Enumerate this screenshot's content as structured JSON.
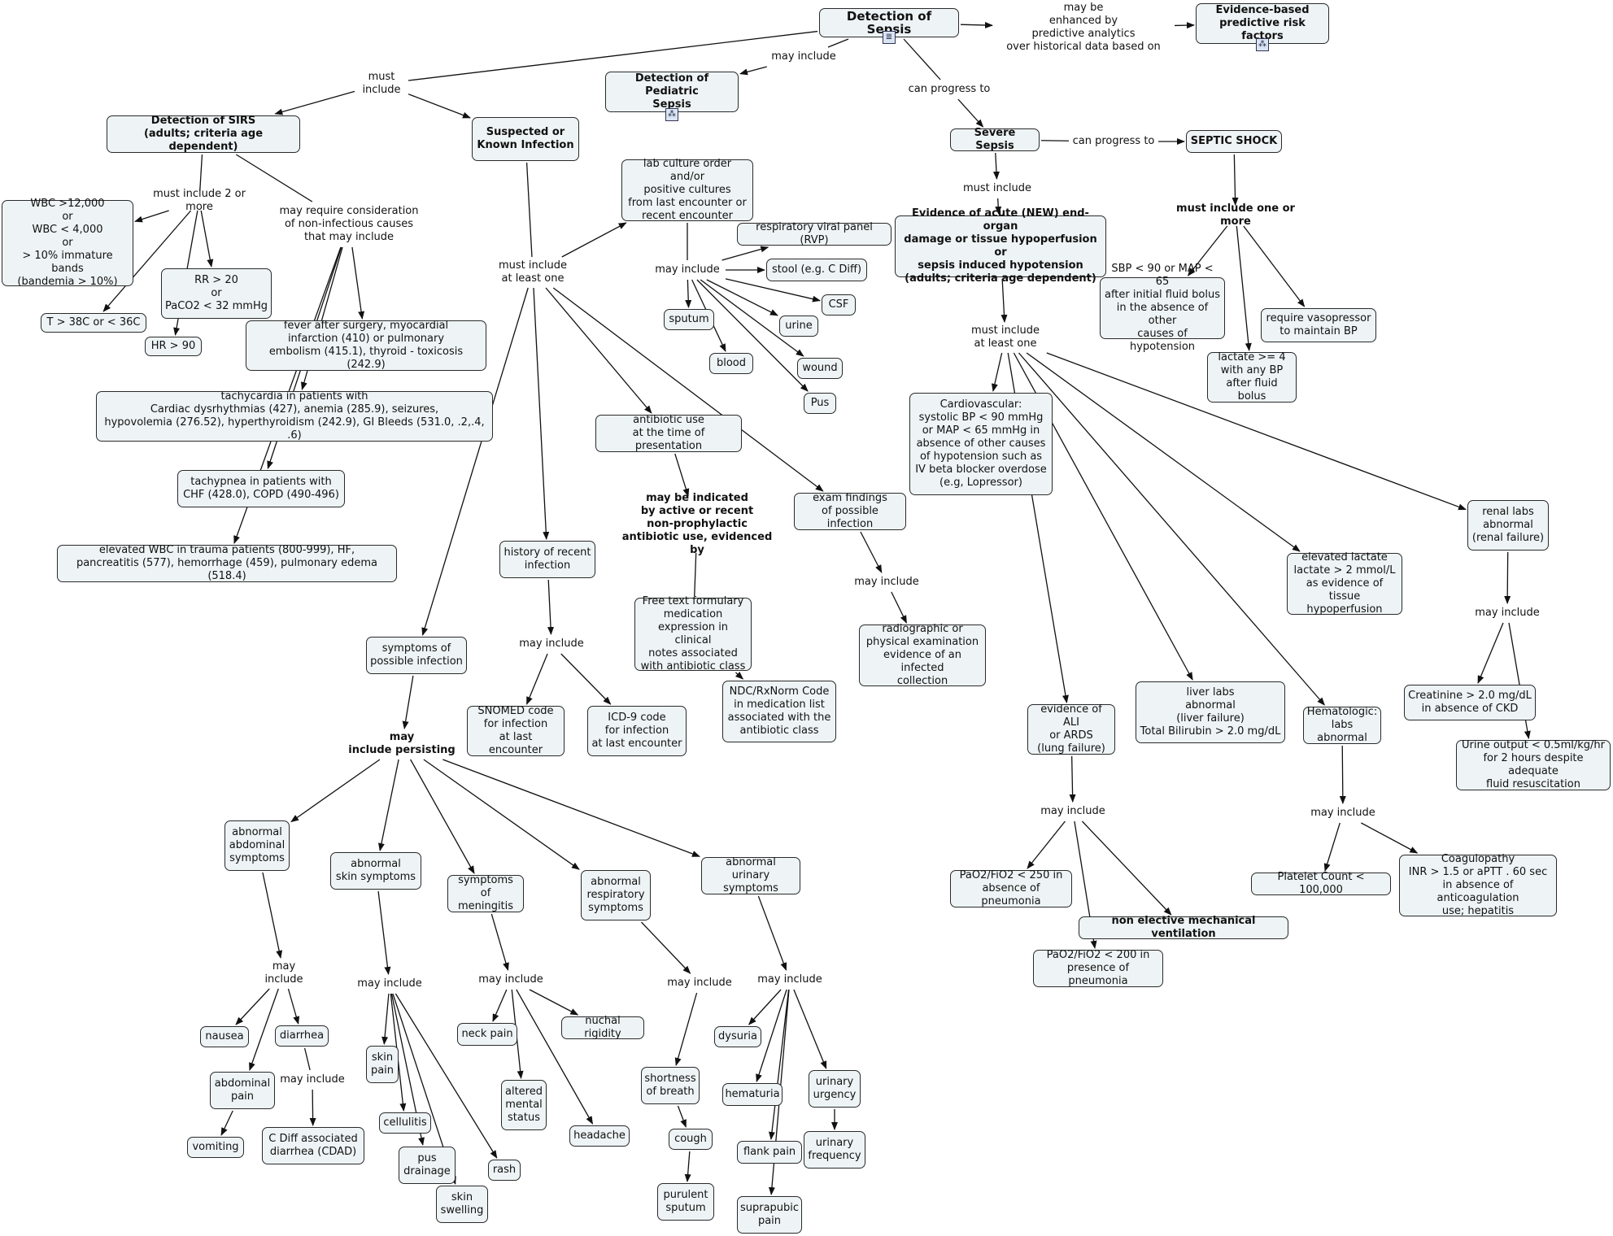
{
  "nodes": {
    "detection_sepsis": "Detection of Sepsis",
    "evidence_risk_factors": "Evidence-based\npredictive risk factors",
    "pediatric_sepsis": "Detection of Pediatric\nSepsis",
    "sirs": "Detection of SIRS\n(adults; criteria age dependent)",
    "suspected_infection": "Suspected or\nKnown Infection",
    "severe_sepsis": "Severe Sepsis",
    "septic_shock": "SEPTIC SHOCK",
    "wbc": "WBC >12,000\nor\nWBC < 4,000\nor\n> 10% immature bands\n(bandemia > 10%)",
    "rr": "RR > 20\nor\nPaCO2 < 32 mmHg",
    "temp": "T > 38C or < 36C",
    "hr": "HR > 90",
    "fever_surgery": "fever after surgery, myocardial\ninfarction (410) or pulmonary\nembolism (415.1), thyroid - toxicosis (242.9)",
    "tachycardia": "tachycardia in patients with\nCardiac dysrhythmias (427), anemia (285.9), seizures,\nhypovolemia (276.52), hyperthyroidism (242.9), GI Bleeds (531.0, .2,.4, .6)",
    "tachypnea": "tachypnea in patients with\nCHF (428.0), COPD (490-496)",
    "elevated_wbc": "elevated WBC in trauma patients (800-999), HF,\npancreatitis (577), hemorrhage (459), pulmonary edema (518.4)",
    "lab_culture": "lab culture order and/or\npositive cultures\nfrom last encounter or\nrecent encounter",
    "rvp": "respiratory viral panel (RVP)",
    "stool": "stool (e.g. C Diff)",
    "csf": "CSF",
    "sputum": "sputum",
    "urine": "urine",
    "blood": "blood",
    "wound": "wound",
    "pus": "Pus",
    "antibiotic_use": "antibiotic use\nat the time of presentation",
    "exam_findings": "exam findings\nof possible infection",
    "history_recent": "history of recent\ninfection",
    "free_text": "Free text formulary\nmedication\nexpression in clinical\nnotes associated\nwith antibiotic class",
    "ndc_code": "NDC/RxNorm Code\nin medication list\nassociated with the\nantibiotic class",
    "radiographic": "radiographic or\nphysical examination\nevidence of an infected\ncollection",
    "snomed": "SNOMED code\nfor infection\nat last encounter",
    "icd9": "ICD-9 code\nfor infection\nat last encounter",
    "symptoms_possible": "symptoms of\npossible infection",
    "abdominal_symptoms": "abnormal\nabdominal\nsymptoms",
    "skin_symptoms": "abnormal\nskin symptoms",
    "meningitis": "symptoms of\nmeningitis",
    "respiratory_symptoms": "abnormal\nrespiratory\nsymptoms",
    "urinary_symptoms": "abnormal urinary\nsymptoms",
    "nausea": "nausea",
    "diarrhea": "diarrhea",
    "abdominal_pain": "abdominal\npain",
    "vomiting": "vomiting",
    "cdad": "C Diff associated\ndiarrhea (CDAD)",
    "skin_pain": "skin\npain",
    "cellulitis": "cellulitis",
    "pus_drainage": "pus\ndrainage",
    "rash": "rash",
    "skin_swelling": "skin\nswelling",
    "neck_pain": "neck pain",
    "nuchal_rigidity": "nuchal rigidity",
    "altered_mental": "altered\nmental\nstatus",
    "headache": "headache",
    "shortness_breath": "shortness\nof breath",
    "cough": "cough",
    "purulent_sputum": "purulent\nsputum",
    "dysuria": "dysuria",
    "hematuria": "hematuria",
    "urinary_urgency": "urinary\nurgency",
    "flank_pain": "flank pain",
    "urinary_frequency": "urinary\nfrequency",
    "suprapubic_pain": "suprapubic\npain",
    "end_organ": "Evidence of acute (NEW) end-organ\ndamage or tissue hypoperfusion or\nsepsis induced hypotension\n(adults; criteria age dependent)",
    "sbp": "SBP < 90 or MAP < 65\nafter initial fluid bolus\nin the absence of other\ncauses of hypotension",
    "vasopressor": "require vasopressor\nto maintain BP",
    "lactate4": "lactate >= 4\nwith any BP\nafter fluid bolus",
    "cardiovascular": "Cardiovascular:\nsystolic BP < 90 mmHg\nor MAP < 65 mmHg in\nabsence of other causes\nof hypotension such as\nIV beta blocker overdose\n(e.g, Lopressor)",
    "renal_labs": "renal labs\nabnormal\n(renal failure)",
    "elevated_lactate": "elevated lactate\nlactate > 2 mmol/L\nas evidence of\ntissue hypoperfusion",
    "creatinine": "Creatinine > 2.0 mg/dL\nin absence of CKD",
    "urine_output": "Urine output < 0.5ml/kg/hr\nfor 2 hours despite adequate\nfluid resuscitation",
    "ali_ards": "evidence of ALI\nor ARDS\n(lung failure)",
    "liver_labs": "liver labs\nabnormal\n(liver failure)\nTotal Bilirubin > 2.0 mg/dL",
    "hematologic": "Hematologic:\nlabs abnormal",
    "pao2_250": "PaO2/FiO2 < 250 in\nabsence of pneumonia",
    "mech_vent": "non elective mechanical ventilation",
    "pao2_200": "PaO2/FiO2  < 200 in\npresence of pneumonia",
    "platelet": "Platelet Count < 100,000",
    "coagulopathy": "Coagulopathy\nINR > 1.5 or aPTT . 60 sec\nin absence of anticoagulation\nuse; hepatitis"
  },
  "labels": {
    "may_be_enhanced": "may be\nenhanced by\npredictive analytics\nover historical data based on",
    "may_include_top": "may include",
    "must_include_top": "must\ninclude",
    "can_progress_1": "can progress to",
    "can_progress_2": "can progress to",
    "must_include_2": "must include 2 or more",
    "may_require": "may require consideration\nof non-infectious causes\nthat may include",
    "must_include_one": "must include\nat least one",
    "may_include_cultures": "may include",
    "may_be_indicated": "may be indicated\nby active or recent\nnon-prophylactic\nantibiotic use, evidenced by",
    "may_include_exam": "may include",
    "may_include_history": "may include",
    "may_include_persisting": "may\ninclude persisting",
    "may_include_abd": "may\ninclude",
    "may_include_diarrhea": "may include",
    "may_include_skin": "may include",
    "may_include_mening": "may include",
    "may_include_resp": "may include",
    "may_include_urinary": "may include",
    "must_include_severe": "must include",
    "must_include_one_more": "must include one or more",
    "must_include_organ": "must include\nat least one",
    "may_include_renal": "may include",
    "may_include_lung": "may include",
    "may_include_heme": "may include"
  },
  "icons": {
    "detection_sepsis": "document-icon",
    "pediatric_sepsis": "concept-map-icon",
    "evidence_risk_factors": "concept-map-icon"
  }
}
